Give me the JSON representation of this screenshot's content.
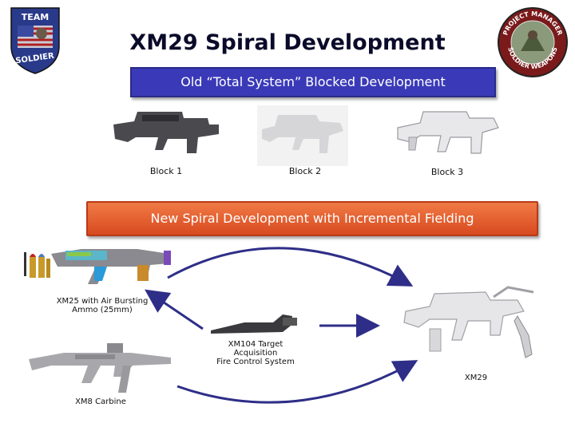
{
  "title": "XM29 Spiral Development",
  "logos": {
    "left_logo": {
      "lines": [
        "TEAM",
        "SOLDIER"
      ]
    },
    "right_logo": {
      "lines": [
        "PROJECT MANAGER",
        "SOLDIER WEAPONS"
      ]
    }
  },
  "old_banner": "Old “Total System” Blocked Development",
  "blocks": [
    "Block 1",
    "Block 2",
    "Block 3"
  ],
  "new_banner": "New Spiral Development with Incremental Fielding",
  "xm25_caption": [
    "XM25 with Air Bursting",
    "Ammo (25mm)"
  ],
  "xm104_caption": [
    "XM104 Target",
    "Acquisition",
    "Fire Control System"
  ],
  "xm29_caption": "XM29",
  "xm8_caption": "XM8 Carbine",
  "colors": {
    "arrow": "#2e2e88",
    "old_banner": "#3a3ab8",
    "new_banner": "#e05a2a"
  }
}
